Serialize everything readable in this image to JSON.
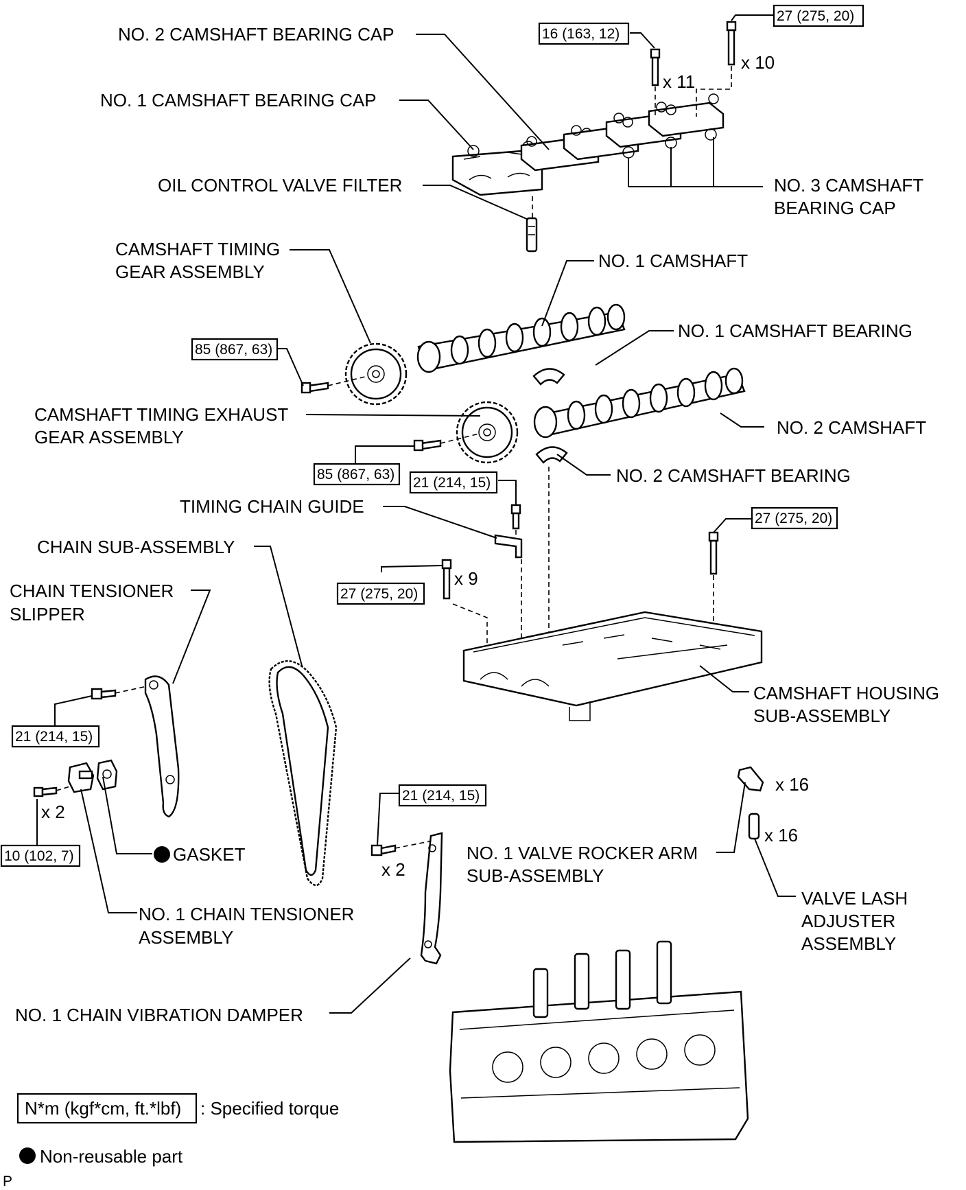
{
  "labels": {
    "no2_camshaft_bearing_cap": "NO. 2 CAMSHAFT BEARING CAP",
    "no1_camshaft_bearing_cap": "NO. 1 CAMSHAFT BEARING CAP",
    "oil_control_valve_filter": "OIL CONTROL VALVE FILTER",
    "no3_camshaft_bearing_cap_1": "NO. 3 CAMSHAFT",
    "no3_camshaft_bearing_cap_2": "BEARING CAP",
    "camshaft_timing_gear_1": "CAMSHAFT TIMING",
    "camshaft_timing_gear_2": "GEAR ASSEMBLY",
    "no1_camshaft": "NO. 1 CAMSHAFT",
    "no1_camshaft_bearing": "NO. 1 CAMSHAFT BEARING",
    "exhaust_gear_1": "CAMSHAFT TIMING EXHAUST",
    "exhaust_gear_2": "GEAR ASSEMBLY",
    "no2_camshaft": "NO. 2 CAMSHAFT",
    "no2_camshaft_bearing": "NO. 2 CAMSHAFT BEARING",
    "timing_chain_guide": "TIMING CHAIN GUIDE",
    "chain_sub_assembly": "CHAIN SUB-ASSEMBLY",
    "chain_tensioner_slipper_1": "CHAIN TENSIONER",
    "chain_tensioner_slipper_2": "SLIPPER",
    "camshaft_housing_1": "CAMSHAFT HOUSING",
    "camshaft_housing_2": "SUB-ASSEMBLY",
    "gasket": "GASKET",
    "no1_chain_tensioner_1": "NO. 1 CHAIN TENSIONER",
    "no1_chain_tensioner_2": "ASSEMBLY",
    "valve_rocker_arm_1": "NO. 1 VALVE ROCKER ARM",
    "valve_rocker_arm_2": "SUB-ASSEMBLY",
    "valve_lash_1": "VALVE LASH",
    "valve_lash_2": "ADJUSTER",
    "valve_lash_3": "ASSEMBLY",
    "no1_chain_vibration_damper": "NO. 1 CHAIN VIBRATION DAMPER"
  },
  "torques": {
    "t_16_163_12": "16 (163, 12)",
    "t_27_275_20_a": "27 (275, 20)",
    "t_85_867_63_a": "85 (867, 63)",
    "t_85_867_63_b": "85 (867, 63)",
    "t_21_214_15_a": "21 (214, 15)",
    "t_27_275_20_b": "27 (275, 20)",
    "t_27_275_20_c": "27 (275, 20)",
    "t_21_214_15_b": "21 (214, 15)",
    "t_21_214_15_c": "21 (214, 15)",
    "t_10_102_7": "10 (102, 7)"
  },
  "quantities": {
    "x11": "x 11",
    "x10": "x 10",
    "x9": "x 9",
    "x2_a": "x 2",
    "x2_b": "x 2",
    "x16_a": "x 16",
    "x16_b": "x 16"
  },
  "legend": {
    "torque_unit": "N*m (kgf*cm, ft.*lbf)",
    "torque_desc": ": Specified torque",
    "nonreusable_desc": "Non-reusable part"
  },
  "footer_code": "P"
}
